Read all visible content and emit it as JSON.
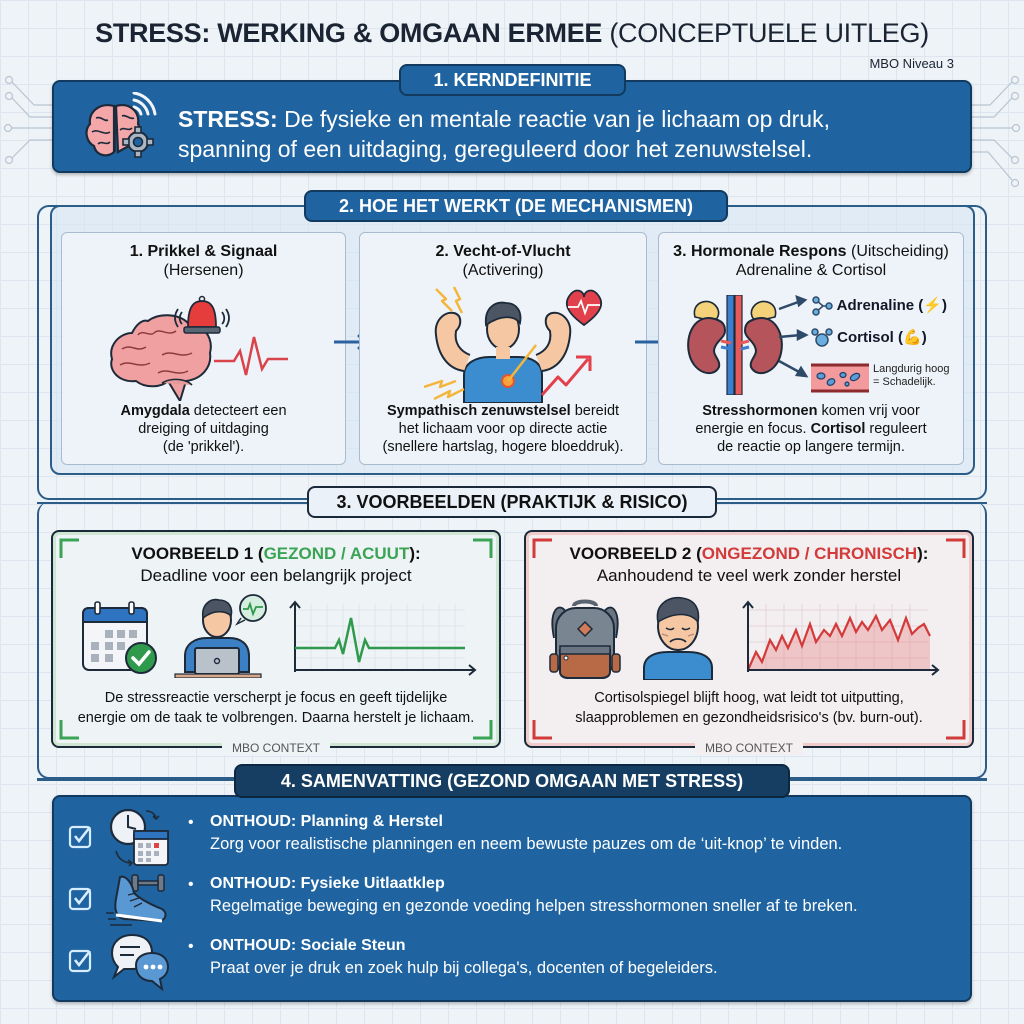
{
  "header": {
    "title_bold": "STRESS: WERKING & OMGAAN ERMEE",
    "title_light": "(CONCEPTUELE UITLEG)",
    "level": "MBO Niveau 3"
  },
  "section1": {
    "tab": "1. KERNDEFINITIE",
    "term": "STRESS:",
    "definition_line1": "De fysieke en mentale reactie van je lichaam op druk,",
    "definition_line2": "spanning of een uitdaging, gereguleerd door het zenuwstelsel.",
    "icon": "brain-gear-icon"
  },
  "section2": {
    "tab": "2. HOE HET WERKT (DE MECHANISMEN)",
    "steps": [
      {
        "title": "1. Prikkel & Signaal",
        "subtitle": "(Hersenen)",
        "desc_bold": "Amygdala",
        "desc_line1": " detecteert een",
        "desc_line2": "dreiging of uitdaging",
        "desc_line3": "(de 'prikkel').",
        "icon": "brain-alarm-icon"
      },
      {
        "title": "2. Vecht-of-Vlucht",
        "subtitle": "(Activering)",
        "desc_bold": "Sympathisch zenuwstelsel",
        "desc_line1": " bereidt",
        "desc_line2": "het lichaam voor op directe actie",
        "desc_line3": "(snellere hartslag, hogere bloeddruk).",
        "icon": "flexing-person-icon"
      },
      {
        "title": "3. Hormonale Respons",
        "title_light": " (Uitscheiding)",
        "subtitle": "Adrenaline & Cortisol",
        "hormones": [
          {
            "label": "Adrenaline (",
            "emoji": "⚡",
            "close": ")"
          },
          {
            "label": "Cortisol (",
            "emoji": "💪",
            "close": ")"
          }
        ],
        "vessel_note_line1": "Langdurig hoog",
        "vessel_note_line2": "= Schadelijk.",
        "desc_bold1": "Stresshormonen",
        "desc_line1": " komen vrij voor",
        "desc_line2a": "energie en focus. ",
        "desc_bold2": "Cortisol",
        "desc_line2b": " reguleert",
        "desc_line3": "de reactie op langere termijn.",
        "icon": "kidneys-adrenal-icon"
      }
    ]
  },
  "section3": {
    "tab": "3. VOORBEELDEN (PRAKTIJK & RISICO)",
    "examples": [
      {
        "prefix": "VOORBEELD 1 (",
        "tag": "GEZOND / ACUUT",
        "suffix": "):",
        "subtitle": "Deadline voor een belangrijk project",
        "desc_line1": "De stressreactie verscherpt je focus en geeft tijdelijke",
        "desc_line2": "energie om de taak te volbrengen. Daarna herstelt je lichaam.",
        "context": "MBO CONTEXT",
        "color": "#3aa454"
      },
      {
        "prefix": "VOORBEELD 2 (",
        "tag": "ONGEZOND / CHRONISCH",
        "suffix": "):",
        "subtitle": "Aanhoudend te veel werk zonder herstel",
        "desc_line1": "Cortisolspiegel blijft hoog, wat leidt tot uitputting,",
        "desc_line2": "slaapproblemen en gezondheidsrisico's (bv. burn-out).",
        "context": "MBO CONTEXT",
        "color": "#d33a3a"
      }
    ]
  },
  "section4": {
    "tab": "4. SAMENVATTING (GEZOND OMGAAN MET STRESS)",
    "tips": [
      {
        "title": "ONTHOUD: Planning & Herstel",
        "text": "Zorg voor realistische planningen en neem bewuste pauzes om de ‘uit-knop’ te vinden.",
        "icon": "clock-calendar-icon"
      },
      {
        "title": "ONTHOUD: Fysieke Uitlaatklep",
        "text": "Regelmatige beweging en gezonde voeding helpen stresshormonen sneller af te breken.",
        "icon": "sneaker-dumbbell-icon"
      },
      {
        "title": "ONTHOUD: Sociale Steun",
        "text": "Praat over je druk en zoek hulp bij collega's, docenten of begeleiders.",
        "icon": "chat-bubbles-icon"
      }
    ],
    "bullet": "•"
  },
  "colors": {
    "primary_blue": "#1f64a0",
    "dark_navy": "#123a5e",
    "healthy_green": "#3aa454",
    "unhealthy_red": "#d33a3a"
  }
}
